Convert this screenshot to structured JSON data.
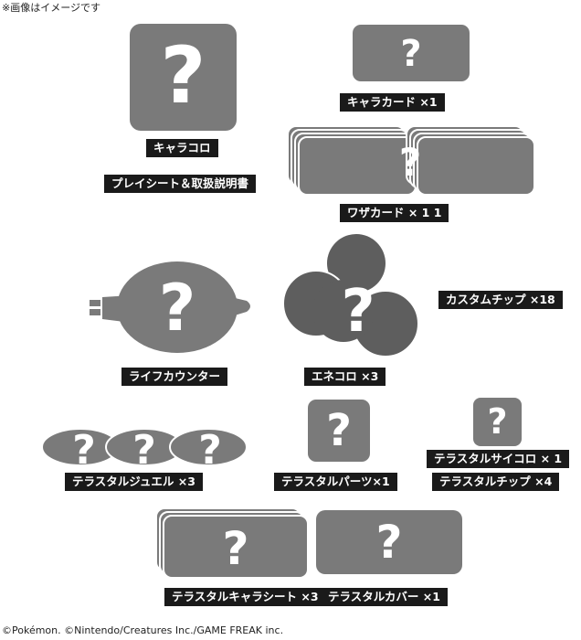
{
  "header": {
    "note": "※画像はイメージです"
  },
  "footer": {
    "copyright": "©Pokémon. ©Nintendo/Creatures Inc./GAME FREAK inc."
  },
  "placeholder": {
    "glyph": "?"
  },
  "labels": {
    "chara_koro": "キャラコロ",
    "play_sheet": "プレイシート＆取扱説明書",
    "chara_card": "キャラカード ×1",
    "waza_card": "ワザカード × 1 1",
    "life_counter": "ライフカウンター",
    "eneko_koro": "エネコロ ×3",
    "custom_chip": "カスタムチップ ×18",
    "terastal_jewel": "テラスタルジュエル ×3",
    "terastal_parts": "テラスタルパーツ×1",
    "terastal_dice": "テラスタルサイコロ × 1",
    "terastal_chip": "テラスタルチップ ×4",
    "terastal_chara_sheet": "テラスタルキャラシート ×3",
    "terastal_cover": "テラスタルカバー ×1"
  },
  "colors": {
    "placeholder_gray": "#7a7a7a",
    "dark_gray": "#5e5e5e",
    "label_bg": "#1a1a1a",
    "label_text": "#ffffff"
  }
}
